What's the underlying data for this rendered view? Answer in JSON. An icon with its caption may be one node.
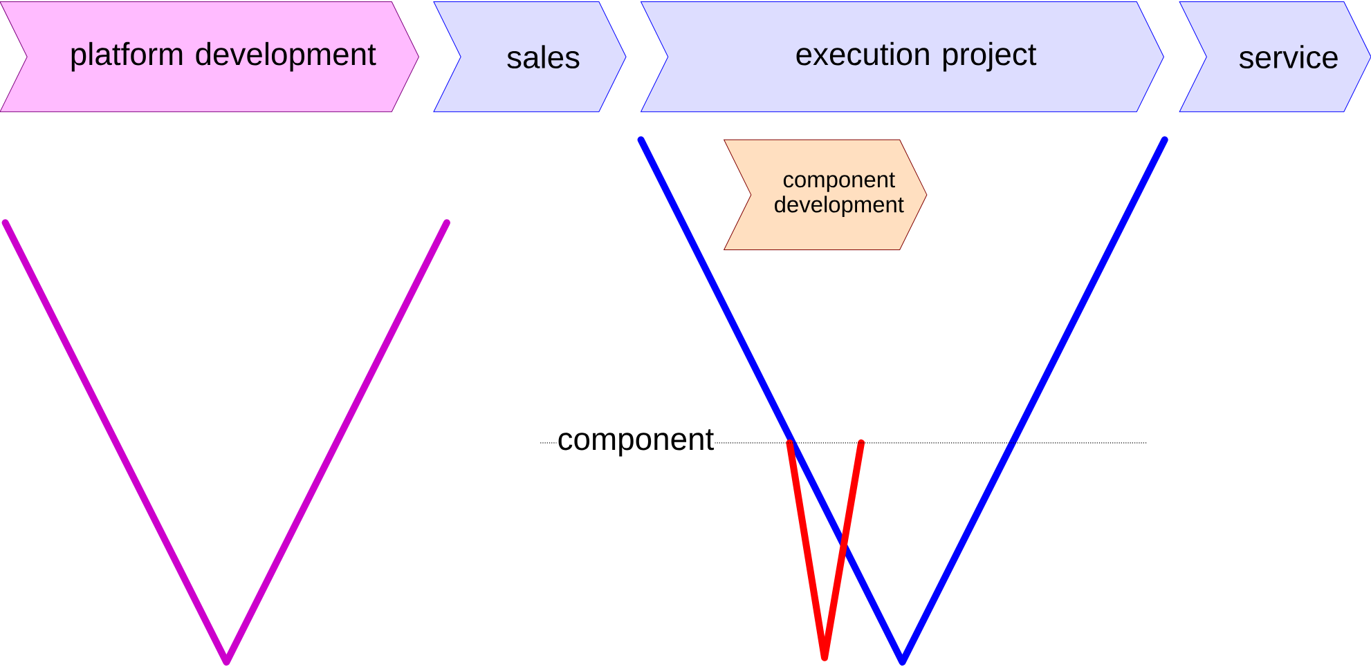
{
  "diagram": {
    "nodes": [
      {
        "text": [
          "platform development"
        ]
      },
      {
        "text": [
          "sales"
        ]
      },
      {
        "text": [
          "execution project"
        ]
      },
      {
        "text": [
          "service"
        ]
      },
      {
        "text": [
          "component development"
        ]
      }
    ],
    "labels": [
      "component"
    ]
  }
}
